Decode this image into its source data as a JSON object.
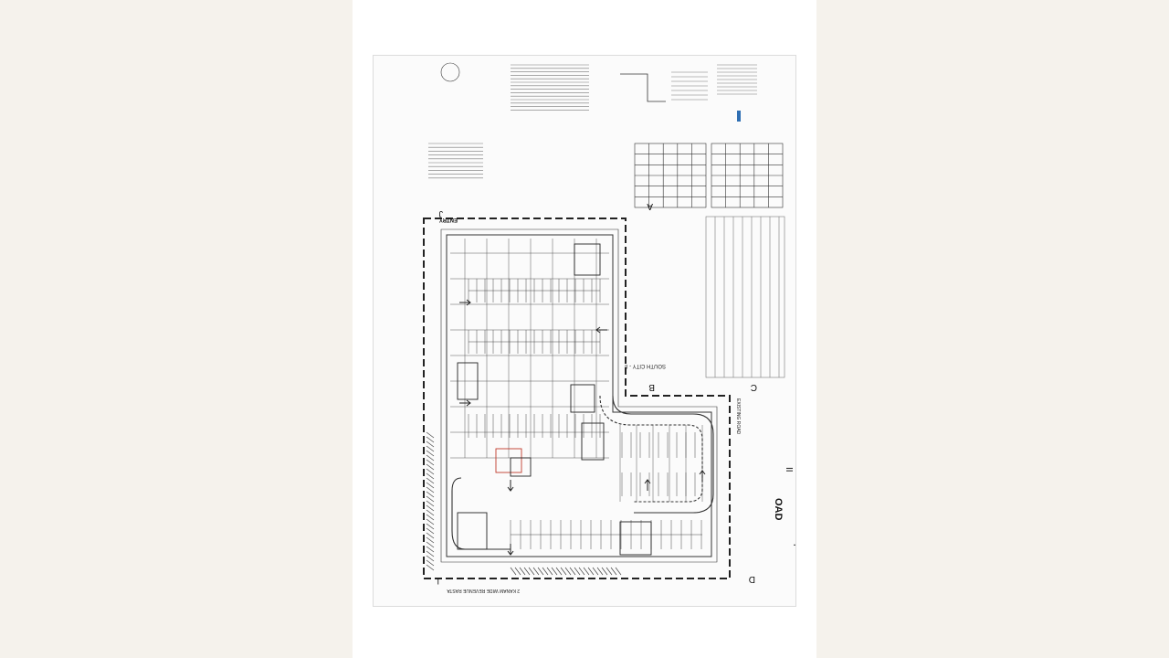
{
  "viewer": {
    "background": "#f5f2ec",
    "page_background": "#ffffff"
  },
  "drawing": {
    "labels": {
      "south_city": "SOUTH CITY - II",
      "road_bottom": "2 KANAM WIDE REVENUE RASTA",
      "road_right": "EXISTING ROAD",
      "road_fragment": "OAD",
      "entry": "ENTRY",
      "section_a": "A",
      "section_b": "B",
      "section_c": "C",
      "section_d": "D",
      "mark_j": "J",
      "mark_i": "I",
      "mark_ii": "II"
    },
    "line_color": "#2a2a2a",
    "accent_red": "#c0392b",
    "accent_blue": "#2f6fb3"
  }
}
